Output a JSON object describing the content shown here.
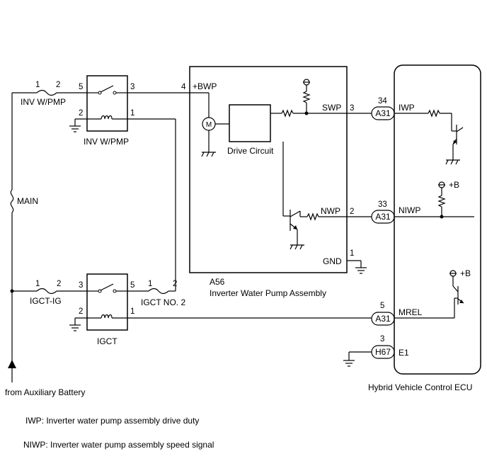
{
  "inv_pump_relay": {
    "fuse_label": "INV W/PMP",
    "fuse_pin_in": "1",
    "fuse_pin_out": "2",
    "relay_label": "INV W/PMP",
    "pin_5": "5",
    "pin_3": "3",
    "pin_2": "2",
    "pin_1": "1"
  },
  "main_fuse_label": "MAIN",
  "igct_relay": {
    "fuse_label": "IGCT-IG",
    "fuse_pin_in": "1",
    "fuse_pin_out": "2",
    "relay_label": "IGCT",
    "pin_3": "3",
    "pin_5": "5",
    "pin_2": "2",
    "pin_1": "1",
    "fuse2_label": "IGCT NO. 2",
    "fuse2_pin_in": "1",
    "fuse2_pin_out": "2"
  },
  "battery_source": "from Auxiliary Battery",
  "pump_assembly": {
    "code": "A56",
    "name": "Inverter Water Pump Assembly",
    "bwp_pin": "4",
    "bwp_label": "+BWP",
    "motor_symbol": "M",
    "drive_circuit": "Drive Circuit",
    "swp_label": "SWP",
    "swp_pin": "3",
    "nwp_label": "NWP",
    "nwp_pin": "2",
    "gnd_label": "GND",
    "gnd_pin": "1"
  },
  "ecu": {
    "name": "Hybrid Vehicle Control ECU",
    "iwp_label": "IWP",
    "iwp_connector": "A31",
    "iwp_pin": "34",
    "niwp_label": "NIWP",
    "niwp_connector": "A31",
    "niwp_pin": "33",
    "mrel_label": "MREL",
    "mrel_connector": "A31",
    "mrel_pin": "5",
    "e1_label": "E1",
    "e1_connector": "H67",
    "e1_pin": "3",
    "plus_b_1": "+B",
    "plus_b_2": "+B"
  },
  "legend": [
    {
      "text": "IWP: Inverter water pump assembly drive duty"
    },
    {
      "text": "NIWP: Inverter water pump assembly speed signal"
    }
  ]
}
